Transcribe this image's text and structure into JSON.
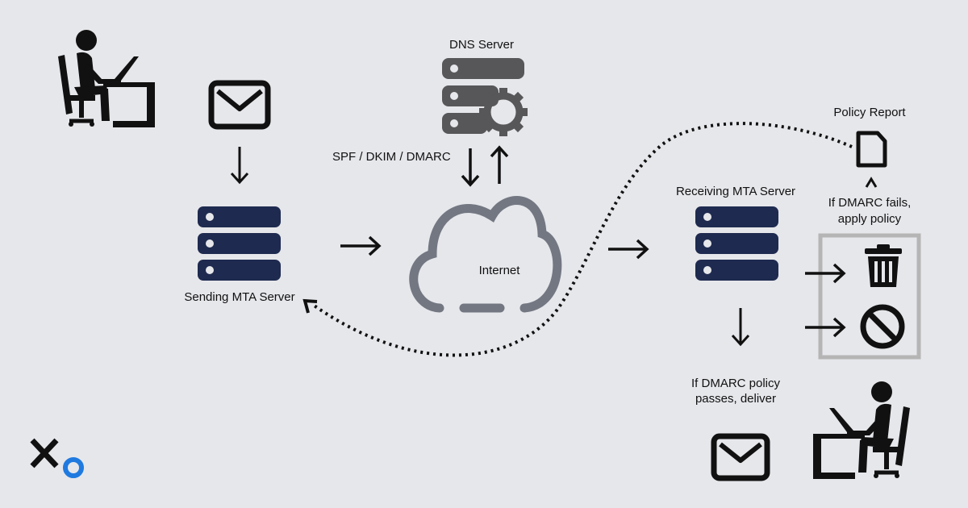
{
  "labels": {
    "dns_server": "DNS Server",
    "spf_dkim_dmarc": "SPF / DKIM / DMARC",
    "internet": "Internet",
    "sending_mta": "Sending MTA Server",
    "receiving_mta": "Receiving MTA Server",
    "policy_report": "Policy Report",
    "dmarc_fails_line1": "If DMARC fails,",
    "dmarc_fails_line2": "apply policy",
    "dmarc_passes_line1": "If DMARC policy",
    "dmarc_passes_line2": "passes, deliver"
  },
  "colors": {
    "background": "#e6e7eb",
    "server_navy": "#1e2a4f",
    "dns_gray": "#575759",
    "cloud_gray": "#737782",
    "policy_box": "#b5b5b5",
    "logo_blue": "#1f7ae0",
    "ink": "#111111"
  },
  "icons": [
    "sender-person-icon",
    "outgoing-mail-icon",
    "dns-server-icon",
    "gear-icon",
    "sending-server-icon",
    "internet-cloud-icon",
    "receiving-server-icon",
    "policy-report-icon",
    "trash-icon",
    "block-icon",
    "delivered-mail-icon",
    "recipient-person-icon",
    "xo-logo"
  ]
}
